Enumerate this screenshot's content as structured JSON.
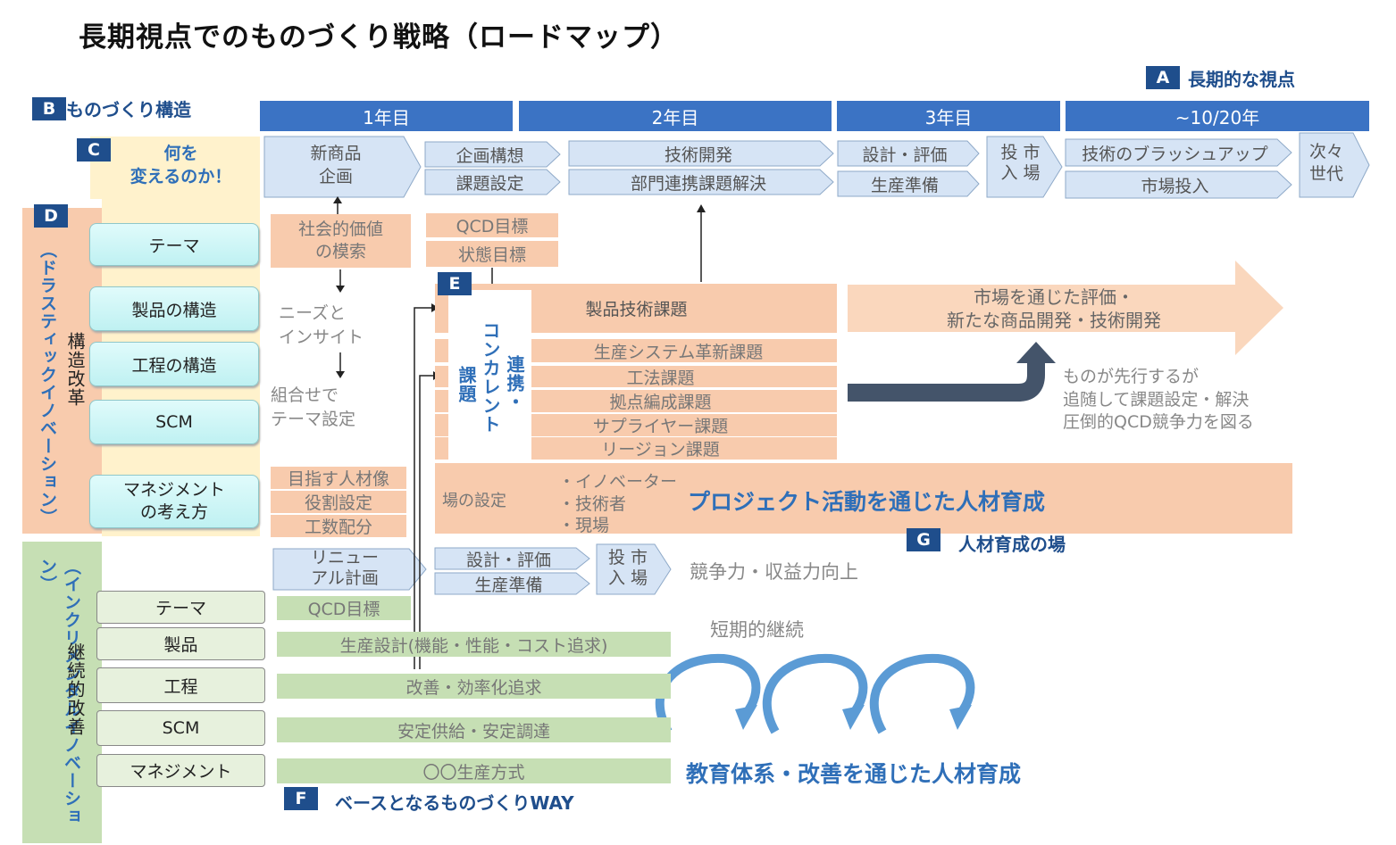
{
  "title": "長期視点でのものづくり戦略（ロードマップ）",
  "tags": {
    "a": "A",
    "a_label": "長期的な視点",
    "b": "B",
    "b_label": "ものづくり構造",
    "c": "C",
    "c_label1": "何を",
    "c_label2": "変えるのか！",
    "d": "D",
    "e": "E",
    "f": "F",
    "f_label": "ベースとなるものづくりWAY",
    "g": "G",
    "g_label": "人材育成の場"
  },
  "years": [
    "1年目",
    "2年目",
    "3年目",
    "~10/20年"
  ],
  "top_process": {
    "p1a": "新商品",
    "p1b": "企画",
    "p2": "企画構想",
    "p3": "課題設定",
    "p4": "技術開発",
    "p5": "部門連携課題解決",
    "p6": "設計・評価",
    "p7": "生産準備",
    "p8a": "投 市",
    "p8b": "入 場",
    "p9": "技術のブラッシュアップ",
    "p10": "市場投入",
    "p11a": "次々",
    "p11b": "世代"
  },
  "left_upper": {
    "vertical_outer": "（ドラスティックイノベーション）",
    "vertical_inner": "構造改革",
    "items": [
      "テーマ",
      "製品の構造",
      "工程の構造",
      "SCM"
    ],
    "mgmt1": "マネジメント",
    "mgmt2": "の考え方"
  },
  "mid": {
    "social1": "社会的価値",
    "social2": "の模索",
    "needs1": "ニーズと",
    "needs2": "インサイト",
    "combo1": "組合せで",
    "combo2": "テーマ設定",
    "qcd": "QCD目標",
    "state": "状態目標",
    "hr1": "目指す人材像",
    "hr2": "役割設定",
    "hr3": "工数配分"
  },
  "concurrent": {
    "col1": "連携・",
    "col2": "コンカレント",
    "col3": "課題"
  },
  "tasks": [
    "製品技術課題",
    "生産システム革新課題",
    "工法課題",
    "拠点編成課題",
    "サプライヤー課題",
    "リージョン課題"
  ],
  "big_arrow": {
    "l1": "市場を通じた評価・",
    "l2": "新たな商品開発・技術開発"
  },
  "lead": {
    "l1": "ものが先行するが",
    "l2": "追随して課題設定・解決",
    "l3": "圧倒的QCD競争力を図る"
  },
  "hr_band": {
    "place": "場の設定",
    "i1": "・イノベーター",
    "i2": "・技術者",
    "i3": "・現場",
    "main": "プロジェクト活動を通じた人材育成"
  },
  "lower_process": {
    "r1": "リニュー",
    "r2": "アル計画",
    "d": "設計・評価",
    "p": "生産準備",
    "t1": "投 市",
    "t2": "入 場",
    "comp": "競争力・収益力向上"
  },
  "left_lower": {
    "vertical_outer": "（インクリメンタルイノベーション）",
    "vertical_inner": "継続的改善",
    "items": [
      "テーマ",
      "製品",
      "工程",
      "SCM",
      "マネジメント"
    ]
  },
  "green_bars": [
    "QCD目標",
    "生産設計(機能・性能・コスト追求)",
    "改善・効率化追求",
    "安定供給・安定調達",
    "〇〇生産方式"
  ],
  "cycle": {
    "label": "短期的継続",
    "main": "教育体系・改善を通じた人材育成"
  },
  "colors": {
    "navy": "#1f4e8c",
    "blue": "#3b73c4",
    "peach": "#f8cbad",
    "green": "#c6dfb4",
    "cyan": "#bff1f2"
  }
}
